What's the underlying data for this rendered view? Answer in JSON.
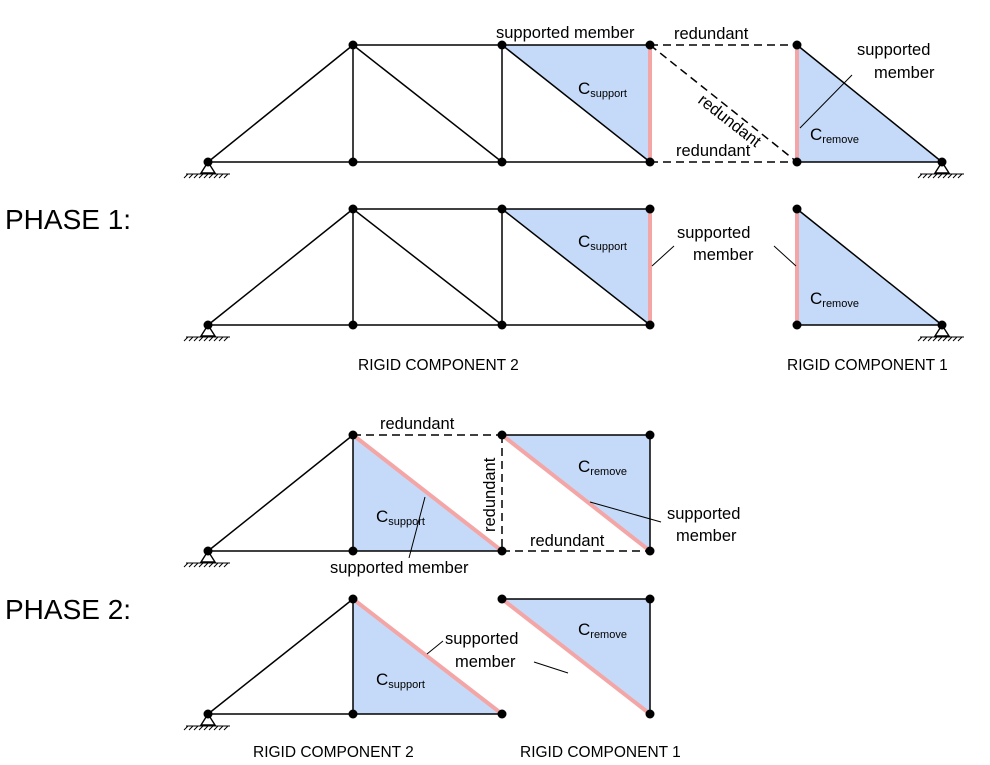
{
  "labels": {
    "phase1": "PHASE 1:",
    "phase2": "PHASE 2:",
    "supported_member": "supported member",
    "supported": "supported",
    "member": "member",
    "redundant": "redundant",
    "c_symbol": "C",
    "support_sub": "support",
    "remove_sub": "remove",
    "rigid_component_1": "RIGID COMPONENT 1",
    "rigid_component_2": "RIGID COMPONENT 2"
  },
  "colors": {
    "region_fill": "#c5daf8",
    "supported_member": "#f4a6a6",
    "member": "#000000"
  }
}
